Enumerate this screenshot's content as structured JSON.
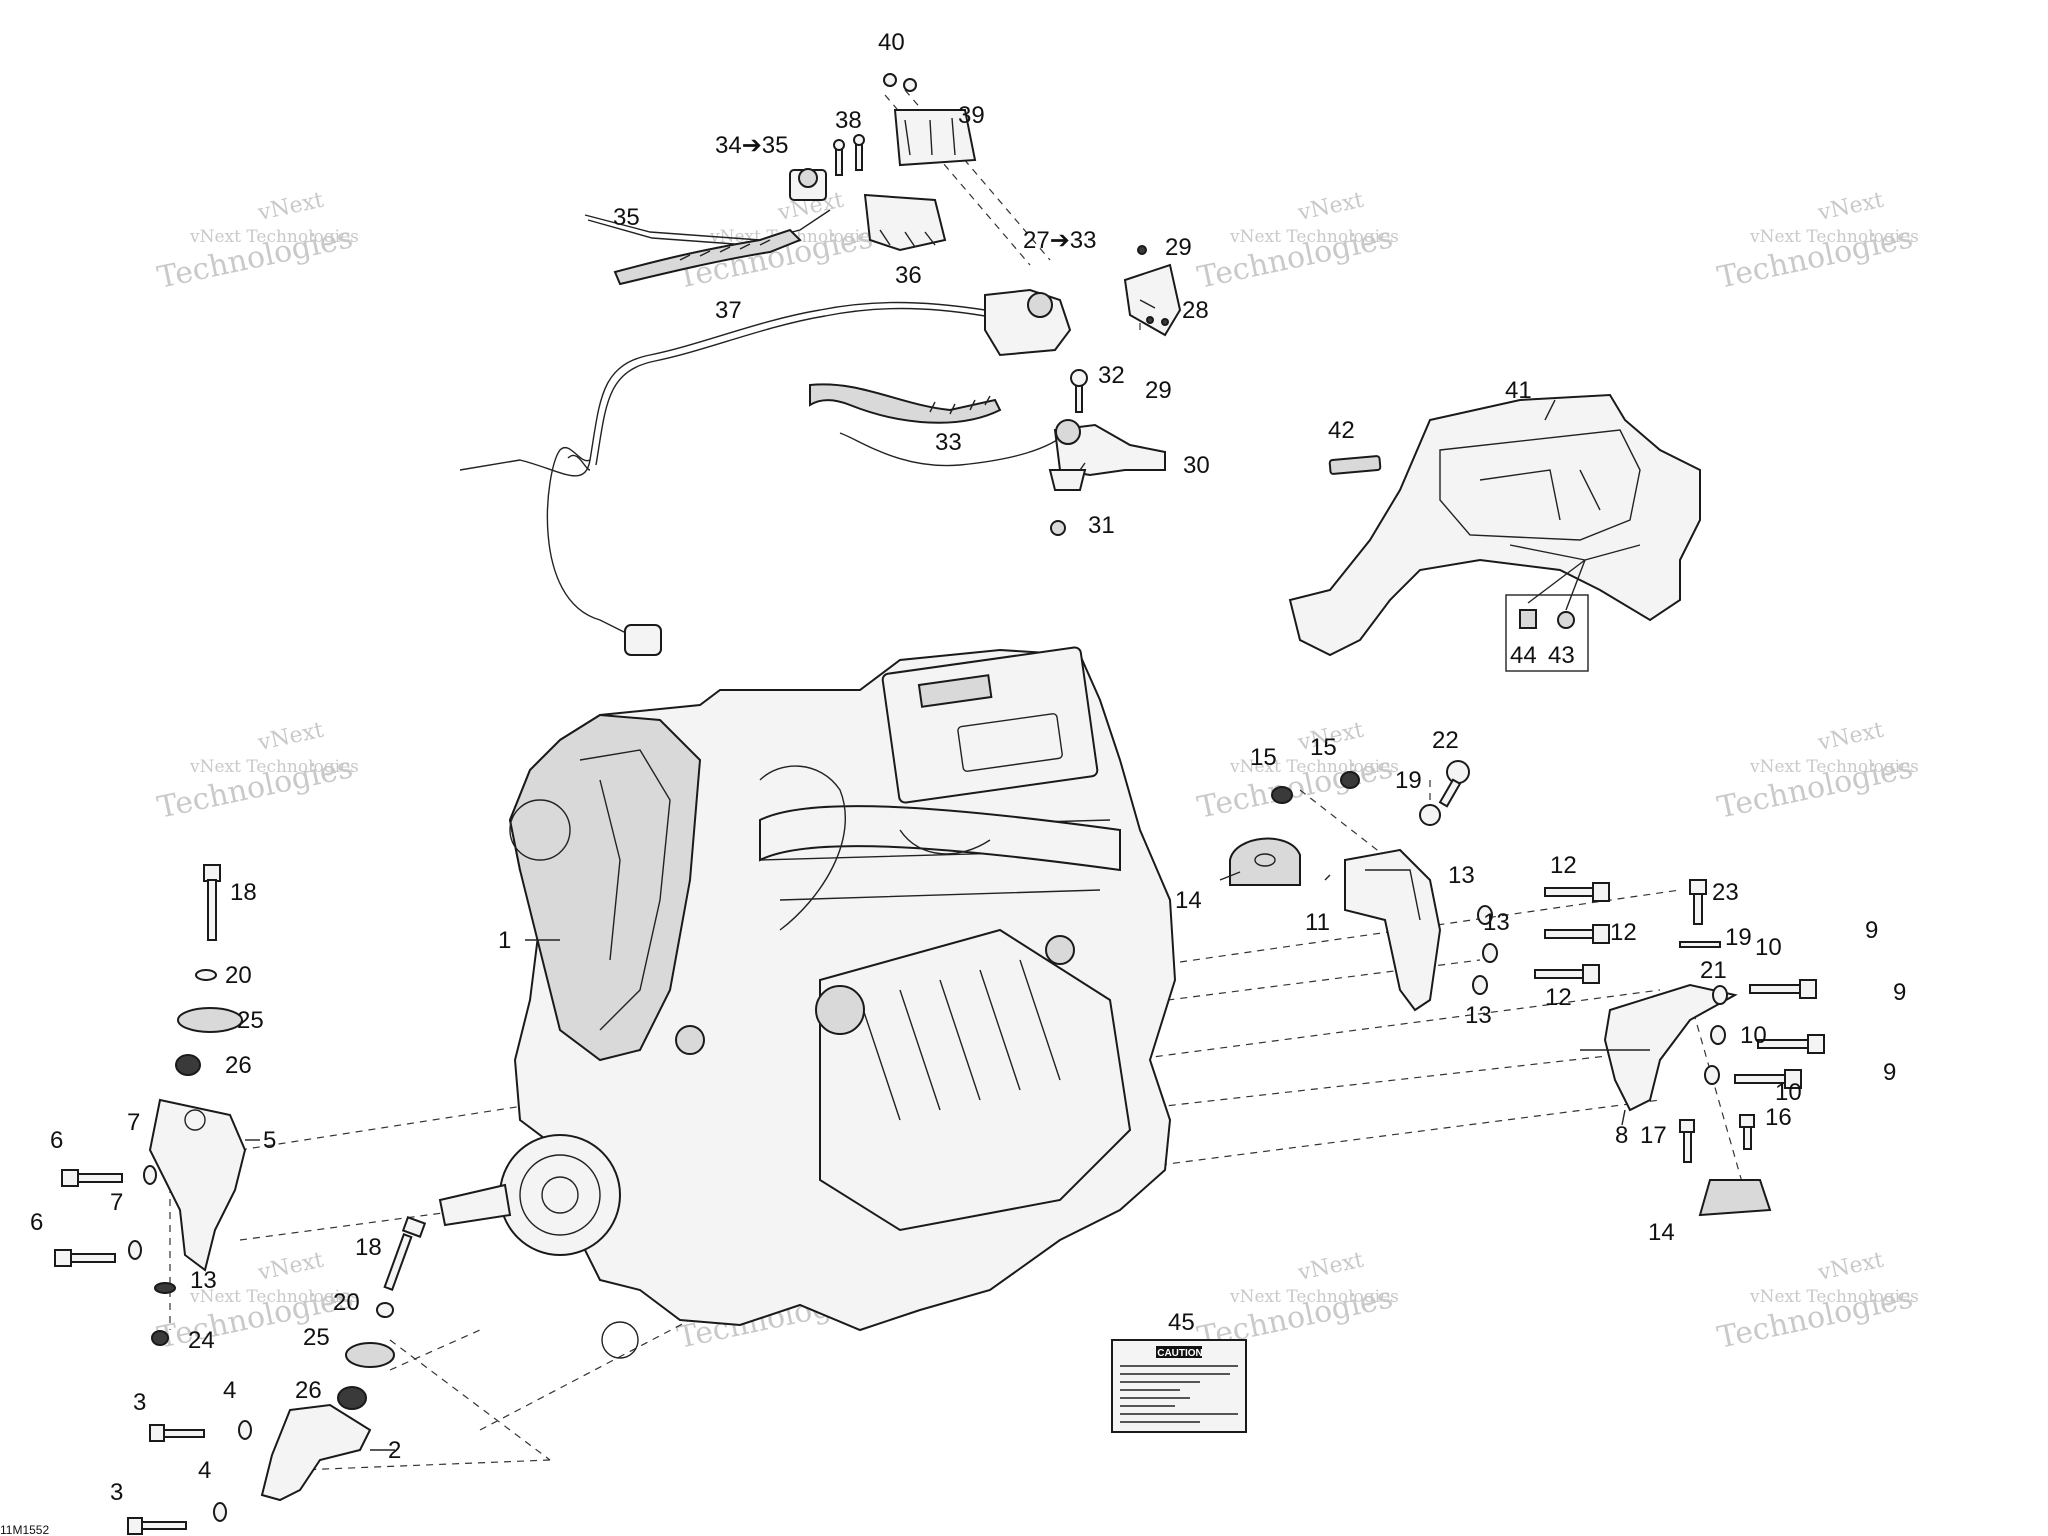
{
  "diagram_id": "11M1552",
  "watermark": {
    "line1": "vNext Technologies",
    "line2": "vNext",
    "line3": "Technologies"
  },
  "callouts": {
    "c1": "1",
    "c2": "2",
    "c3a": "3",
    "c3b": "3",
    "c4a": "4",
    "c4b": "4",
    "c5": "5",
    "c6a": "6",
    "c6b": "6",
    "c7a": "7",
    "c7b": "7",
    "c8": "8",
    "c9a": "9",
    "c9b": "9",
    "c9c": "9",
    "c10a": "10",
    "c10b": "10",
    "c10c": "10",
    "c11": "11",
    "c12a": "12",
    "c12b": "12",
    "c12c": "12",
    "c13a": "13",
    "c13b": "13",
    "c13c": "13",
    "c13d": "13",
    "c14a": "14",
    "c14b": "14",
    "c15a": "15",
    "c15b": "15",
    "c16": "16",
    "c17": "17",
    "c18a": "18",
    "c18b": "18",
    "c19a": "19",
    "c19b": "19",
    "c20a": "20",
    "c20b": "20",
    "c21": "21",
    "c22": "22",
    "c23": "23",
    "c24": "24",
    "c25a": "25",
    "c25b": "25",
    "c26a": "26",
    "c26b": "26",
    "c27": "27➔33",
    "c28": "28",
    "c29a": "29",
    "c29b": "29",
    "c30": "30",
    "c31": "31",
    "c32": "32",
    "c33": "33",
    "c34": "34➔35",
    "c35": "35",
    "c36": "36",
    "c37": "37",
    "c38": "38",
    "c39": "39",
    "c40": "40",
    "c41": "41",
    "c42": "42",
    "c43": "43",
    "c44": "44",
    "c45": "45"
  },
  "caution_label": {
    "title": "CAUTION"
  }
}
